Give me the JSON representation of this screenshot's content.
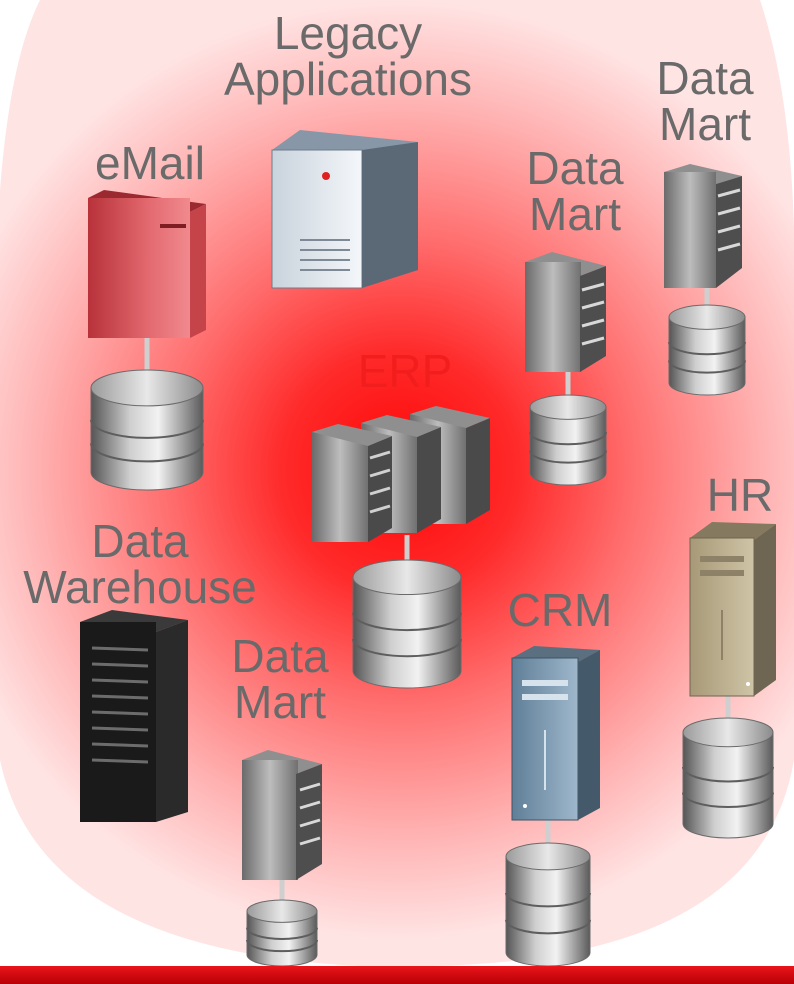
{
  "labels": {
    "legacy": "Legacy\nApplications",
    "email": "eMail",
    "data_mart_top_right": "Data\nMart",
    "data_mart_mid": "Data\nMart",
    "erp": "ERP",
    "hr": "HR",
    "data_warehouse": "Data\nWarehouse",
    "crm": "CRM",
    "data_mart_bottom": "Data\nMart"
  },
  "colors": {
    "glow_center": "#ff0a0a",
    "glow_edge": "#ffeaea",
    "label_text": "#6a6a6a",
    "erp_text": "#f21e1e",
    "bottom_bar": "#e8151a"
  },
  "icons": [
    "red-server-icon",
    "legacy-server-icon",
    "data-mart-server-icon",
    "erp-server-cluster-icon",
    "hr-server-icon",
    "data-warehouse-rack-icon",
    "crm-server-icon",
    "database-cylinder-icon"
  ]
}
